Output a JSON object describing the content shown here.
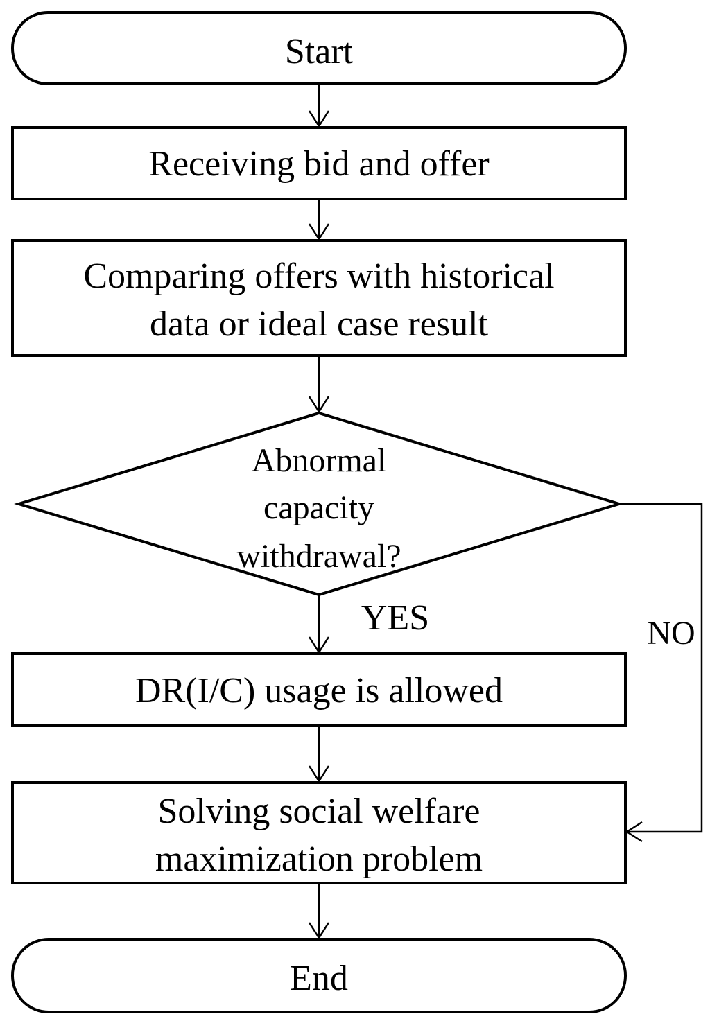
{
  "nodes": {
    "start": {
      "label": "Start"
    },
    "receive": {
      "label": "Receiving bid and offer"
    },
    "compare": {
      "lines": [
        "Comparing offers with historical",
        "data or ideal case result"
      ]
    },
    "decision": {
      "lines": [
        "Abnormal",
        "capacity",
        "withdrawal?"
      ]
    },
    "dr": {
      "label": "DR(I/C) usage is allowed"
    },
    "solve": {
      "lines": [
        "Solving social welfare",
        "maximization problem"
      ]
    },
    "end": {
      "label": "End"
    }
  },
  "edges": {
    "yes_label": "YES",
    "no_label": "NO"
  }
}
